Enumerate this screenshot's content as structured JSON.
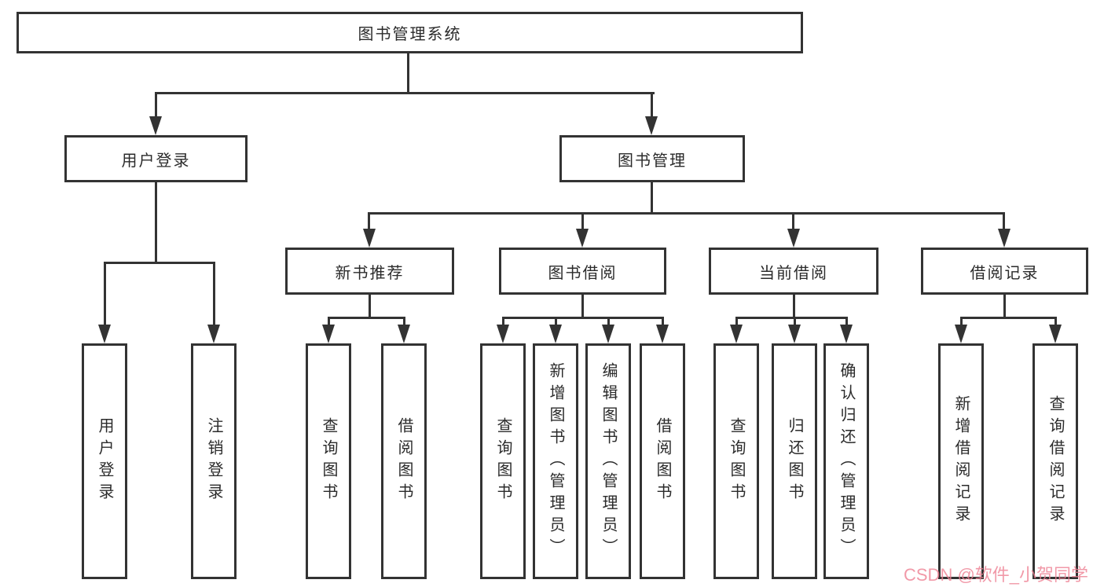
{
  "watermark": {
    "text": "CSDN @软件_小贺同学"
  },
  "colors": {
    "line": "#333333",
    "box_border": "#333333",
    "box_fill": "#ffffff",
    "background": "#ffffff",
    "watermark_pink": "#ee7f92"
  },
  "tree": {
    "label": "图书管理系统",
    "children": [
      {
        "label": "用户登录",
        "children": [
          {
            "label": "用户登录"
          },
          {
            "label": "注销登录"
          }
        ]
      },
      {
        "label": "图书管理",
        "children": [
          {
            "label": "新书推荐",
            "children": [
              {
                "label": "查询图书"
              },
              {
                "label": "借阅图书"
              }
            ]
          },
          {
            "label": "图书借阅",
            "children": [
              {
                "label": "查询图书"
              },
              {
                "label": "新增图书（管理员）"
              },
              {
                "label": "编辑图书（管理员）"
              },
              {
                "label": "借阅图书"
              }
            ]
          },
          {
            "label": "当前借阅",
            "children": [
              {
                "label": "查询图书"
              },
              {
                "label": "归还图书"
              },
              {
                "label": "确认归还（管理员）"
              }
            ]
          },
          {
            "label": "借阅记录",
            "children": [
              {
                "label": "新增借阅记录"
              },
              {
                "label": "查询借阅记录"
              }
            ]
          }
        ]
      }
    ]
  }
}
